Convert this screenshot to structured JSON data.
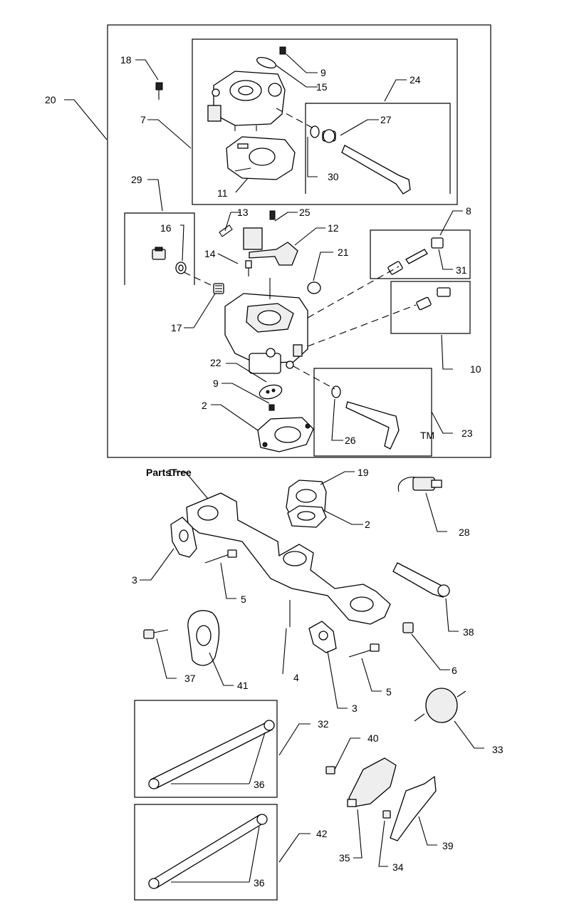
{
  "watermark": {
    "text": "PartsTree",
    "trademark": "TM"
  },
  "callouts": {
    "c1": "1",
    "c2a": "2",
    "c2b": "2",
    "c3a": "3",
    "c3b": "3",
    "c4": "4",
    "c5a": "5",
    "c5b": "5",
    "c6": "6",
    "c7": "7",
    "c8": "8",
    "c9a": "9",
    "c9b": "9",
    "c10": "10",
    "c11": "11",
    "c12": "12",
    "c13": "13",
    "c14": "14",
    "c15": "15",
    "c16": "16",
    "c17": "17",
    "c18": "18",
    "c19": "19",
    "c20": "20",
    "c21": "21",
    "c22": "22",
    "c23": "23",
    "c24": "24",
    "c25": "25",
    "c26": "26",
    "c27": "27",
    "c28": "28",
    "c29": "29",
    "c30": "30",
    "c31": "31",
    "c32": "32",
    "c33": "33",
    "c34": "34",
    "c35": "35",
    "c36a": "36",
    "c36b": "36",
    "c37": "37",
    "c38": "38",
    "c39": "39",
    "c40": "40",
    "c41": "41",
    "c42": "42"
  }
}
